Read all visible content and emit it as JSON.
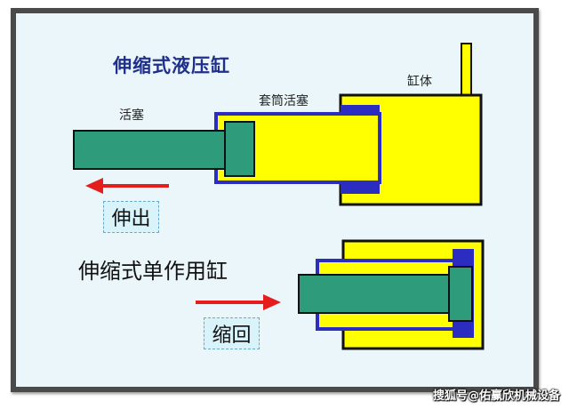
{
  "title": "伸缩式液压缸",
  "labels": {
    "piston": "活塞",
    "sleeve_piston": "套筒活塞",
    "cylinder_body": "缸体"
  },
  "subtitle": "伸缩式单作用缸",
  "actions": {
    "extend": "伸出",
    "retract": "缩回"
  },
  "watermark": "搜狐号@佑赢欣机械设备",
  "colors": {
    "background": "#eaf6f9",
    "frame": "#4a4a4a",
    "cylinder_fill": "#ffff00",
    "rod": "#2e9c7a",
    "seal": "#2b2cc0",
    "arrow": "#e51d1d",
    "title": "#1f2f8a"
  }
}
